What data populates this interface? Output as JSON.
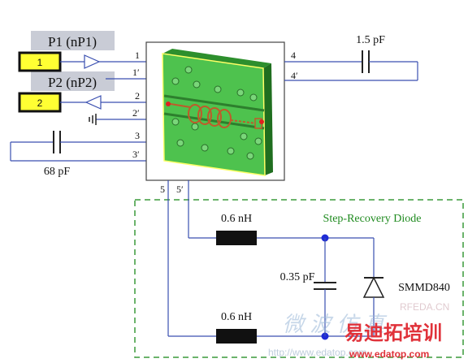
{
  "ports": {
    "p1_label": "P1 (nP1)",
    "p1_number": "1",
    "p2_label": "P2 (nP2)",
    "p2_number": "2"
  },
  "pins": {
    "pin1": "1",
    "pin1p": "1′",
    "pin2": "2",
    "pin2p": "2′",
    "pin3": "3",
    "pin3p": "3′",
    "pin4": "4",
    "pin4p": "4′",
    "pin5": "5",
    "pin5p": "5′"
  },
  "components": {
    "cap_top": "1.5 pF",
    "cap_left": "68 pF",
    "ind_top": "0.6 nH",
    "cap_mid": "0.35 pF",
    "ind_bottom": "0.6 nH",
    "diode_title": "Step-Recovery Diode",
    "diode_part": "SMMD840"
  },
  "watermark": {
    "rfeda": "RFEDA.CN",
    "cn_small": "",
    "cn_large": "微 波 仿 真",
    "bottom_url": "http://www.edatop.com",
    "chinese_brand": "易迪拓培训",
    "url2": "www.edatop.com"
  },
  "colors": {
    "port_fill": "#ffff33",
    "label_bg": "#c9ccd6",
    "line": "#3a4fb0",
    "dash": "#3a9a3a",
    "green_text": "#1e8a1e",
    "node": "#1f2bd6",
    "board": "#4ec24e",
    "watermark_red": "#e0323a"
  }
}
